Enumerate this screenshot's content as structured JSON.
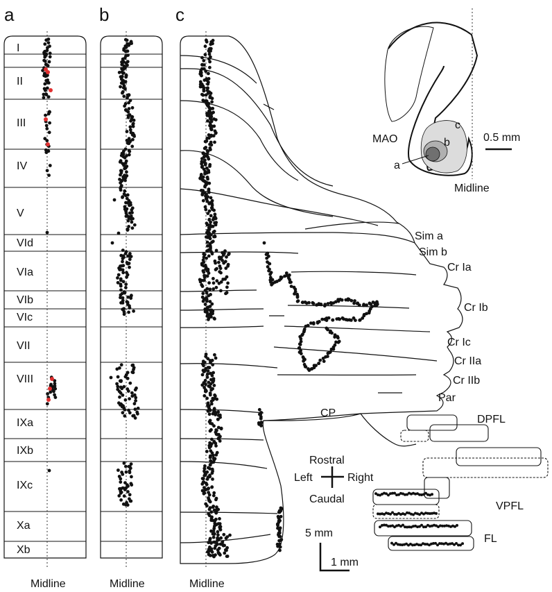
{
  "panels": {
    "a": {
      "letter": "a",
      "midline": "Midline"
    },
    "b": {
      "letter": "b",
      "midline": "Midline"
    },
    "c": {
      "letter": "c",
      "midline": "Midline"
    }
  },
  "lobules": [
    "I",
    "II",
    "III",
    "IV",
    "V",
    "VId",
    "VIa",
    "VIb",
    "VIc",
    "VII",
    "VIII",
    "IXa",
    "IXb",
    "IXc",
    "Xa",
    "Xb"
  ],
  "inset": {
    "mao": "MAO",
    "a": "a",
    "b": "b",
    "c": "c",
    "scale": "0.5 mm",
    "midline": "Midline"
  },
  "hemisphere_labels": {
    "sim_a": "Sim a",
    "sim_b": "Sim b",
    "cr_ia": "Cr Ia",
    "cr_ib": "Cr Ib",
    "cr_ic": "Cr Ic",
    "cr_iia": "Cr IIa",
    "cr_iib": "Cr IIb",
    "par": "Par",
    "cp": "CP",
    "dpfl": "DPFL",
    "vpfl": "VPFL",
    "fl": "FL"
  },
  "orientation": {
    "rostral": "Rostral",
    "caudal": "Caudal",
    "left": "Left",
    "right": "Right"
  },
  "scale_bars": {
    "large": "5 mm",
    "small": "1 mm"
  },
  "colors": {
    "ink": "#111111",
    "red_marker": "#e03030",
    "inset_shade_c": "#dcdcdc",
    "inset_shade_b": "#b8b8b8",
    "inset_shade_a": "#7a7a7a"
  }
}
